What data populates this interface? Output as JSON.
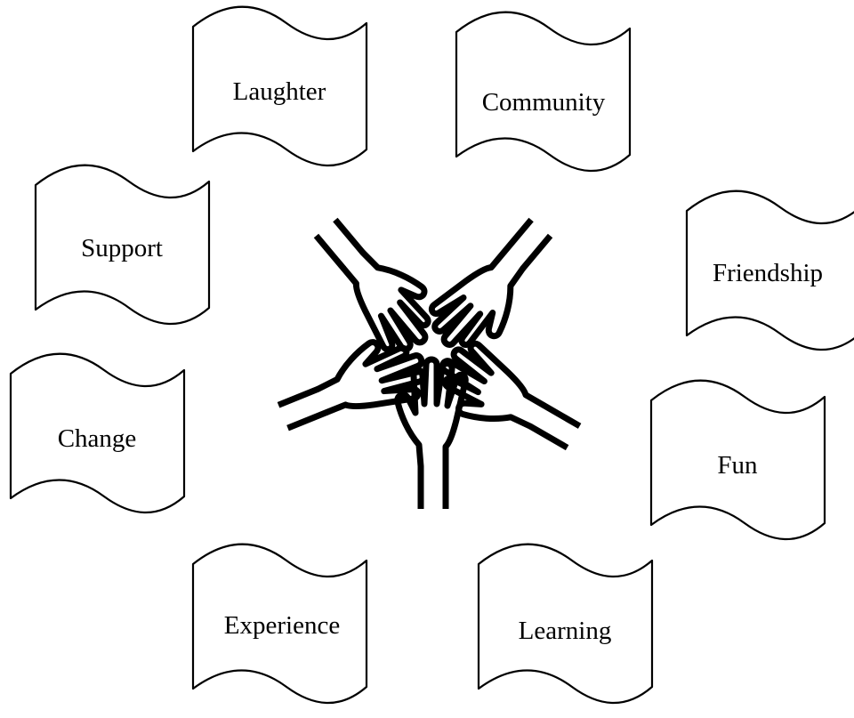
{
  "flags": [
    {
      "id": "laughter",
      "label": "Laughter"
    },
    {
      "id": "community",
      "label": "Community"
    },
    {
      "id": "support",
      "label": "Support"
    },
    {
      "id": "friendship",
      "label": "Friendship"
    },
    {
      "id": "change",
      "label": "Change"
    },
    {
      "id": "fun",
      "label": "Fun"
    },
    {
      "id": "experience",
      "label": "Experience"
    },
    {
      "id": "learning",
      "label": "Learning"
    }
  ],
  "center_icon": "hands-together-icon"
}
